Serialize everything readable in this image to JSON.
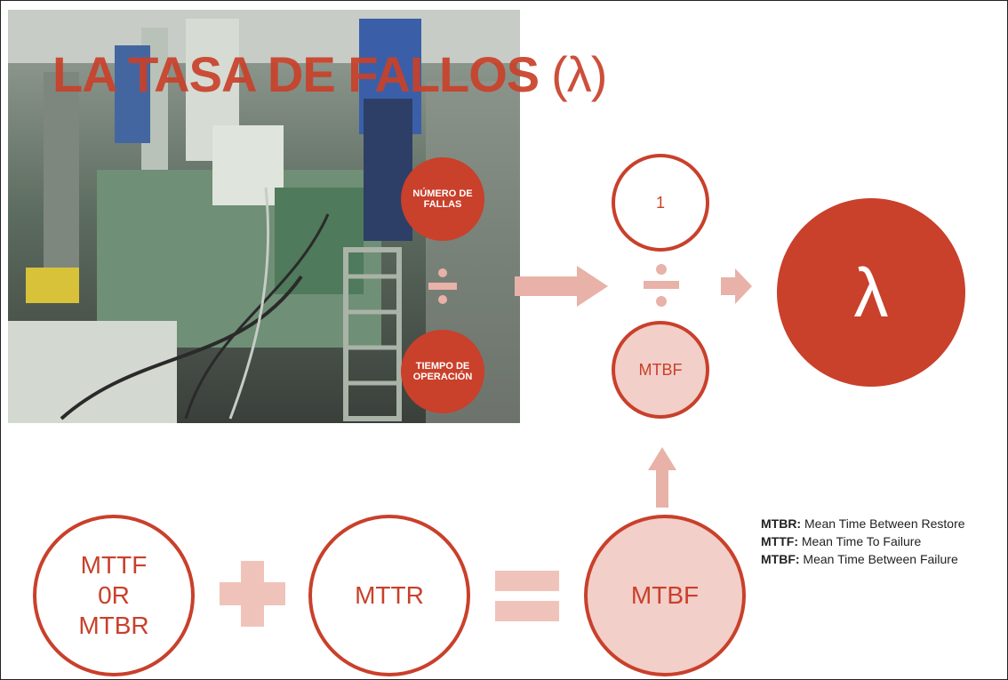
{
  "title": {
    "text": "LA TASA DE FALLOS",
    "symbol": "(λ)"
  },
  "photo": {
    "description_icon": "industrial-machinery-photo"
  },
  "nodes": {
    "numero_fallas": "NÚMERO DE FALLAS",
    "tiempo_operacion": "TIEMPO DE OPERACIÓN",
    "one": "1",
    "mtbf_top": "MTBF",
    "lambda": "λ",
    "mttf_line1": "MTTF",
    "mttf_line2": "0R",
    "mttf_line3": "MTBR",
    "mttr": "MTTR",
    "mtbf_bottom": "MTBF"
  },
  "legend": [
    {
      "term": "MTBR:",
      "definition": " Mean Time Between Restore"
    },
    {
      "term": "MTTF:",
      "definition": " Mean Time To Failure"
    },
    {
      "term": "MTBF:",
      "definition": " Mean Time Between Failure"
    }
  ],
  "colors": {
    "accent": "#c9402b",
    "pink": "#f2cfc8",
    "arrow": "#e8b2a8"
  }
}
